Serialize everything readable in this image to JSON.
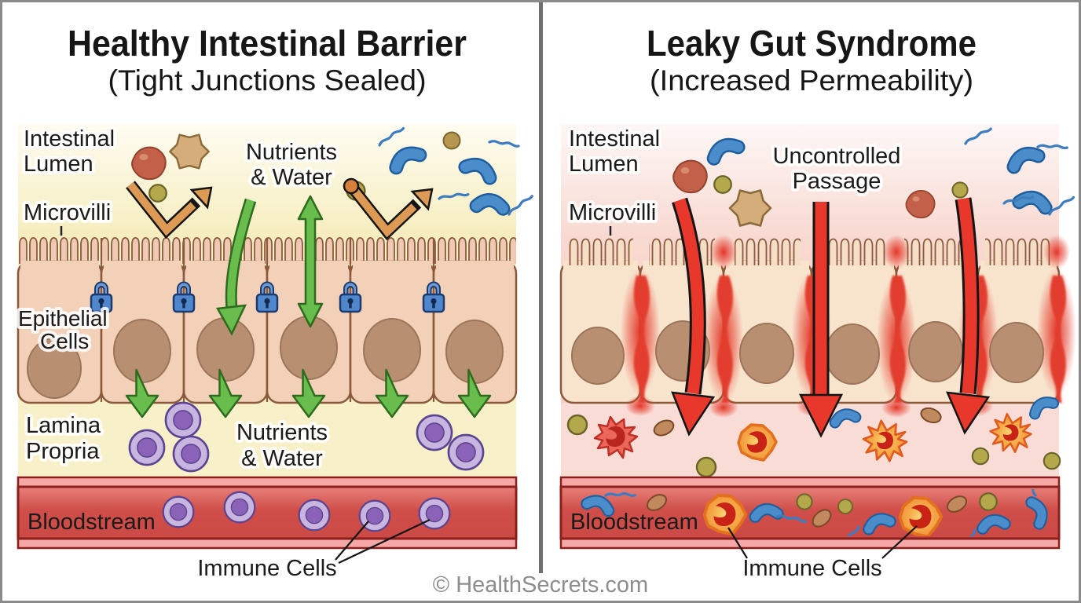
{
  "image_type": "medical comparison diagram: healthy intestinal barrier vs leaky gut syndrome",
  "footer": {
    "credit": "© HealthSecrets.com"
  },
  "left": {
    "title": "Healthy Intestinal Barrier",
    "subtitle": "(Tight Junctions Sealed)",
    "labels": {
      "lumen_line1": "Intestinal",
      "lumen_line2": "Lumen",
      "microvilli": "Microvilli",
      "nutrients_top_line1": "Nutrients",
      "nutrients_top_line2": "& Water",
      "epithelial_line1": "Epithelial",
      "epithelial_line2": "Cells",
      "lamina_line1": "Lamina",
      "lamina_line2": "Propria",
      "nutrients_bottom_line1": "Nutrients",
      "nutrients_bottom_line2": "& Water",
      "bloodstream": "Bloodstream",
      "immune_cells": "Immune Cells"
    }
  },
  "right": {
    "title": "Leaky Gut Syndrome",
    "subtitle": "(Increased Permeability)",
    "labels": {
      "lumen_line1": "Intestinal",
      "lumen_line2": "Lumen",
      "microvilli": "Microvilli",
      "passage_line1": "Uncontrolled",
      "passage_line2": "Passage",
      "bloodstream": "Bloodstream",
      "immune_cells": "Immune Cells"
    }
  },
  "colors": {
    "epithelial_cell": "#f3d1b9",
    "cell_outline": "#8a5a3a",
    "nucleus": "#b98f71",
    "tight_junction_lock": "#4f86cc",
    "absorption_arrow_green": "#68bd4c",
    "blocked_arrow_orange": "#dd9a55",
    "leak_arrow_red": "#e8372b",
    "inflammation_red": "#e23c2e",
    "lumen_healthy": "#f6edbe",
    "lumen_leaky": "#f8d9d1",
    "blood_vessel_inner": "#cc4b46",
    "blood_vessel_outer": "#f6a8a6",
    "immune_cell_purple": "#c9b6e0",
    "immune_cell_activated": "#f6ad4a",
    "bacteria_blue": "#4b8cca"
  }
}
